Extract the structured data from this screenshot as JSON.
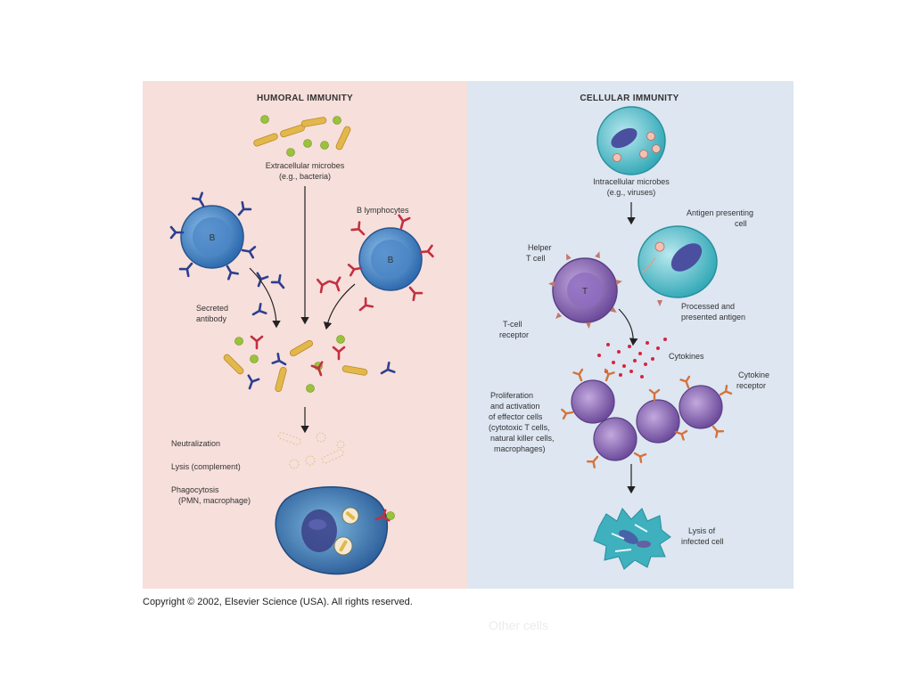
{
  "humoral": {
    "title": "HUMORAL IMMUNITY",
    "extracellular_line1": "Extracellular microbes",
    "extracellular_line2": "(e.g., bacteria)",
    "b_lymphocytes": "B lymphocytes",
    "b_cell_letter": "B",
    "secreted_line1": "Secreted",
    "secreted_line2": "antibody",
    "neutralization": "Neutralization",
    "lysis_complement": "Lysis (complement)",
    "phagocytosis_line1": "Phagocytosis",
    "phagocytosis_line2": "(PMN, macrophage)"
  },
  "cellular": {
    "title": "CELLULAR IMMUNITY",
    "intracellular_line1": "Intracellular microbes",
    "intracellular_line2": "(e.g., viruses)",
    "apc_line1": "Antigen presenting",
    "apc_line2": "cell",
    "helper_line1": "Helper",
    "helper_line2": "T cell",
    "t_cell_letter": "T",
    "processed_line1": "Processed and",
    "processed_line2": "presented antigen",
    "tcr_line1": "T-cell",
    "tcr_line2": "receptor",
    "cytokines": "Cytokines",
    "cytokine_receptor_line1": "Cytokine",
    "cytokine_receptor_line2": "receptor",
    "prolif_lines": [
      "Proliferation",
      "and activation",
      "of effector cells",
      "(cytotoxic T cells,",
      "natural killer cells,",
      "macrophages)"
    ],
    "lysis_line1": "Lysis of",
    "lysis_line2": "infected cell"
  },
  "copyright": "Copyright © 2002, Elsevier Science (USA). All rights reserved.",
  "overlay_text": "Other cells",
  "colors": {
    "humoral_bg": "#f7dfdb",
    "cellular_bg": "#dde6f1",
    "b_cell": "#3f7fc0",
    "t_cell": "#8a6ab5",
    "antibody_blue": "#2d3f8f",
    "antibody_red": "#c23040",
    "bacteria": "#e3b84a",
    "microbe_green": "#9ac23a",
    "apc": "#40b3c0",
    "cytokine": "#d8243c"
  }
}
